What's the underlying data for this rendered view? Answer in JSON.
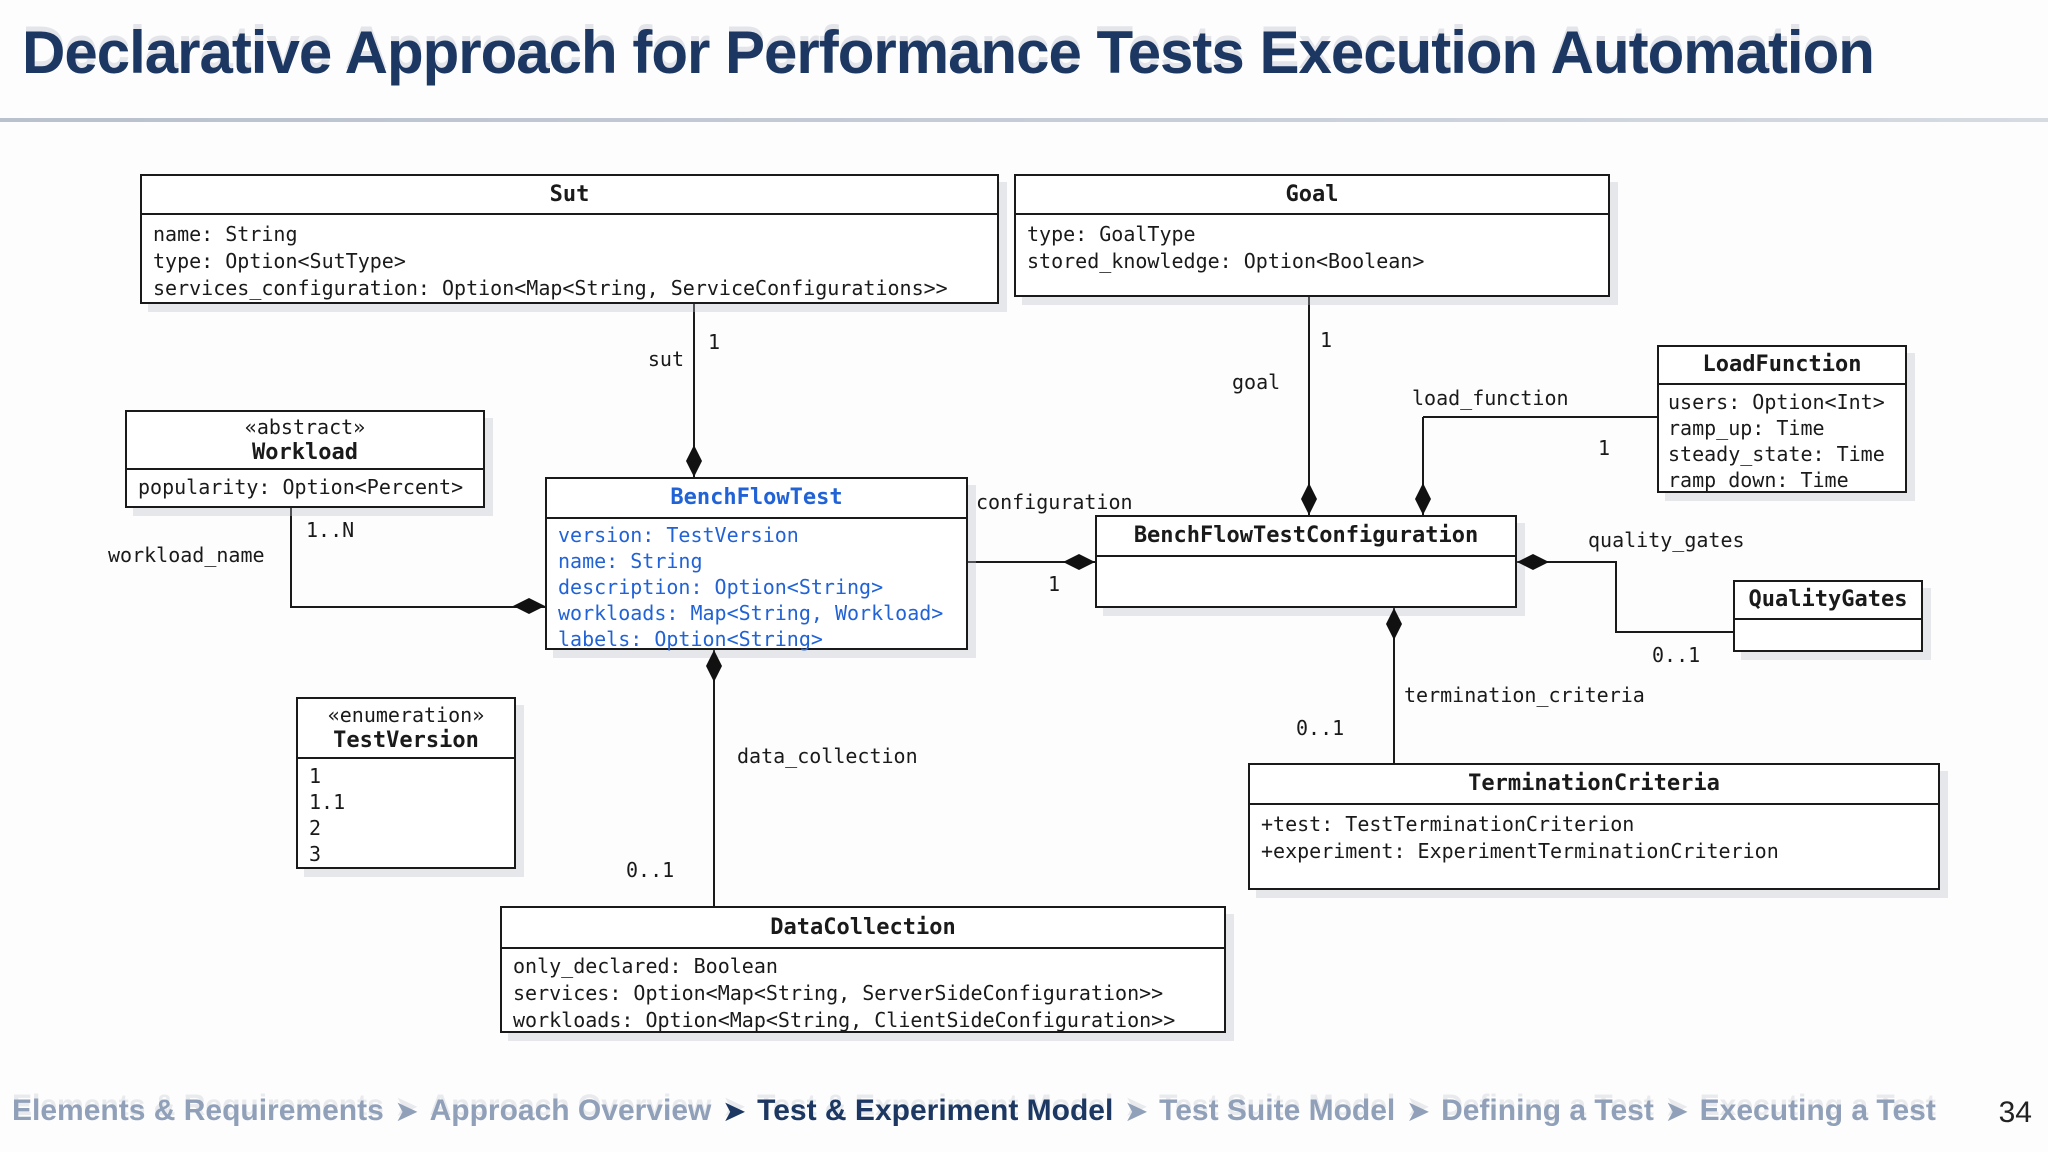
{
  "slide": {
    "title": "Declarative Approach for Performance Tests Execution Automation",
    "page_number": "34"
  },
  "colors": {
    "title_navy": "#1c3862",
    "class_accent_blue": "#2163d6",
    "breadcrumb_inactive": "#91a0b9",
    "line_black": "#1a1a1a"
  },
  "classes": {
    "sut": {
      "name": "Sut",
      "attributes": [
        "name: String",
        "type: Option<SutType>",
        "services_configuration: Option<Map<String, ServiceConfigurations>>"
      ]
    },
    "goal": {
      "name": "Goal",
      "attributes": [
        "type: GoalType",
        "stored_knowledge: Option<Boolean>"
      ]
    },
    "load_function": {
      "name": "LoadFunction",
      "attributes": [
        "users: Option<Int>",
        "ramp_up: Time",
        "steady_state: Time",
        "ramp_down: Time"
      ]
    },
    "workload": {
      "stereotype": "«abstract»",
      "name": "Workload",
      "attributes": [
        "popularity: Option<Percent>"
      ]
    },
    "bench_flow_test": {
      "name": "BenchFlowTest",
      "attributes": [
        "version: TestVersion",
        "name: String",
        "description: Option<String>",
        "workloads: Map<String, Workload>",
        "labels: Option<String>"
      ]
    },
    "bench_flow_test_configuration": {
      "name": "BenchFlowTestConfiguration"
    },
    "quality_gates": {
      "name": "QualityGates"
    },
    "test_version": {
      "stereotype": "«enumeration»",
      "name": "TestVersion",
      "attributes": [
        "1",
        "1.1",
        "2",
        "3"
      ]
    },
    "termination_criteria": {
      "name": "TerminationCriteria",
      "attributes": [
        "+test: TestTerminationCriterion",
        "+experiment: ExperimentTerminationCriterion"
      ]
    },
    "data_collection": {
      "name": "DataCollection",
      "attributes": [
        "only_declared: Boolean",
        "services: Option<Map<String, ServerSideConfiguration>>",
        "workloads: Option<Map<String, ClientSideConfiguration>>"
      ]
    }
  },
  "edges": {
    "sut": {
      "label": "sut",
      "multiplicity": "1"
    },
    "goal": {
      "label": "goal",
      "multiplicity": "1"
    },
    "load_function": {
      "label": "load_function",
      "multiplicity": "1"
    },
    "configuration": {
      "label": "configuration",
      "multiplicity": "1"
    },
    "workload_name": {
      "label": "workload_name",
      "multiplicity": "1..N"
    },
    "data_collection": {
      "label": "data_collection",
      "multiplicity": "0..1"
    },
    "quality_gates": {
      "label": "quality_gates",
      "multiplicity": "0..1"
    },
    "termination_criteria": {
      "label": "termination_criteria",
      "multiplicity": "0..1"
    }
  },
  "breadcrumb": {
    "separator": "➤",
    "items": [
      {
        "label": "Elements & Requirements",
        "active": false
      },
      {
        "label": "Approach Overview",
        "active": false
      },
      {
        "label": "Test & Experiment Model",
        "active": true
      },
      {
        "label": "Test Suite Model",
        "active": false
      },
      {
        "label": "Defining a Test",
        "active": false
      },
      {
        "label": "Executing a Test",
        "active": false
      }
    ]
  }
}
